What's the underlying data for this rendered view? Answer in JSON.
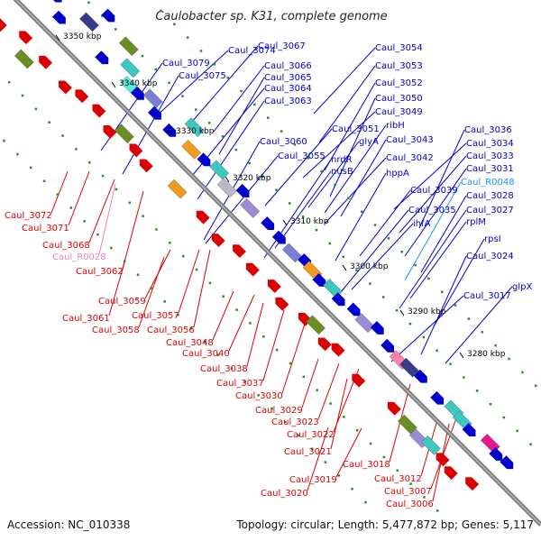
{
  "title": "Caulobacter sp. K31, complete genome",
  "footer": {
    "accession": "Accession: NC_010338",
    "summary": "Topology: circular; Length: 5,477,872 bp; Genes: 5,117"
  },
  "colors": {
    "forward": "#0000cc",
    "reverse": "#dd0000",
    "rna": "#e08ab8",
    "trna": "#1e90ff",
    "backbone": "#7a7a7a",
    "dots": "#2e8b22"
  },
  "ticks": [
    "3350 kbp",
    "3340 kbp",
    "3330 kbp",
    "3320 kbp",
    "3310 kbp",
    "3300 kbp",
    "3290 kbp",
    "3280 kbp"
  ],
  "upper_labels": [
    {
      "text": "Caul_3074",
      "kind": "forward"
    },
    {
      "text": "Caul_3067",
      "kind": "forward"
    },
    {
      "text": "Caul_3079",
      "kind": "forward"
    },
    {
      "text": "Caul_3075",
      "kind": "forward"
    },
    {
      "text": "Caul_3066",
      "kind": "forward"
    },
    {
      "text": "Caul_3065",
      "kind": "forward"
    },
    {
      "text": "Caul_3064",
      "kind": "forward"
    },
    {
      "text": "Caul_3063",
      "kind": "forward"
    },
    {
      "text": "Caul_3054",
      "kind": "forward"
    },
    {
      "text": "Caul_3053",
      "kind": "forward"
    },
    {
      "text": "Caul_3052",
      "kind": "forward"
    },
    {
      "text": "Caul_3050",
      "kind": "forward"
    },
    {
      "text": "Caul_3049",
      "kind": "forward"
    },
    {
      "text": "Caul_3051",
      "kind": "forward"
    },
    {
      "text": "ribH",
      "kind": "forward"
    },
    {
      "text": "Caul_3060",
      "kind": "forward"
    },
    {
      "text": "glyA",
      "kind": "forward"
    },
    {
      "text": "Caul_3043",
      "kind": "forward"
    },
    {
      "text": "Caul_3055",
      "kind": "forward"
    },
    {
      "text": "nrdR",
      "kind": "forward"
    },
    {
      "text": "Caul_3042",
      "kind": "forward"
    },
    {
      "text": "nusB",
      "kind": "forward"
    },
    {
      "text": "hppA",
      "kind": "forward"
    },
    {
      "text": "Caul_3036",
      "kind": "forward"
    },
    {
      "text": "Caul_3034",
      "kind": "forward"
    },
    {
      "text": "Caul_3033",
      "kind": "forward"
    },
    {
      "text": "Caul_3031",
      "kind": "forward"
    },
    {
      "text": "Caul_R0048",
      "kind": "trna"
    },
    {
      "text": "Caul_3039",
      "kind": "forward"
    },
    {
      "text": "Caul_3028",
      "kind": "forward"
    },
    {
      "text": "Caul_3035",
      "kind": "forward"
    },
    {
      "text": "Caul_3027",
      "kind": "forward"
    },
    {
      "text": "ihfA",
      "kind": "forward"
    },
    {
      "text": "rplM",
      "kind": "forward"
    },
    {
      "text": "rpsI",
      "kind": "forward"
    },
    {
      "text": "Caul_3024",
      "kind": "forward"
    },
    {
      "text": "Caul_3017",
      "kind": "forward"
    },
    {
      "text": "glpX",
      "kind": "forward"
    }
  ],
  "lower_labels": [
    {
      "text": "Caul_3072",
      "kind": "reverse"
    },
    {
      "text": "Caul_3071",
      "kind": "reverse"
    },
    {
      "text": "Caul_3068",
      "kind": "reverse"
    },
    {
      "text": "Caul_R0028",
      "kind": "rna"
    },
    {
      "text": "Caul_3062",
      "kind": "reverse"
    },
    {
      "text": "Caul_3059",
      "kind": "reverse"
    },
    {
      "text": "Caul_3061",
      "kind": "reverse"
    },
    {
      "text": "Caul_3057",
      "kind": "reverse"
    },
    {
      "text": "Caul_3058",
      "kind": "reverse"
    },
    {
      "text": "Caul_3056",
      "kind": "reverse"
    },
    {
      "text": "Caul_3048",
      "kind": "reverse"
    },
    {
      "text": "Caul_3040",
      "kind": "reverse"
    },
    {
      "text": "Caul_3038",
      "kind": "reverse"
    },
    {
      "text": "Caul_3037",
      "kind": "reverse"
    },
    {
      "text": "Caul_3030",
      "kind": "reverse"
    },
    {
      "text": "Caul_3029",
      "kind": "reverse"
    },
    {
      "text": "Caul_3023",
      "kind": "reverse"
    },
    {
      "text": "Caul_3022",
      "kind": "reverse"
    },
    {
      "text": "Caul_3021",
      "kind": "reverse"
    },
    {
      "text": "Caul_3018",
      "kind": "reverse"
    },
    {
      "text": "Caul_3019",
      "kind": "reverse"
    },
    {
      "text": "Caul_3012",
      "kind": "reverse"
    },
    {
      "text": "Caul_3020",
      "kind": "reverse"
    },
    {
      "text": "Caul_3007",
      "kind": "reverse"
    },
    {
      "text": "Caul_3006",
      "kind": "reverse"
    }
  ]
}
